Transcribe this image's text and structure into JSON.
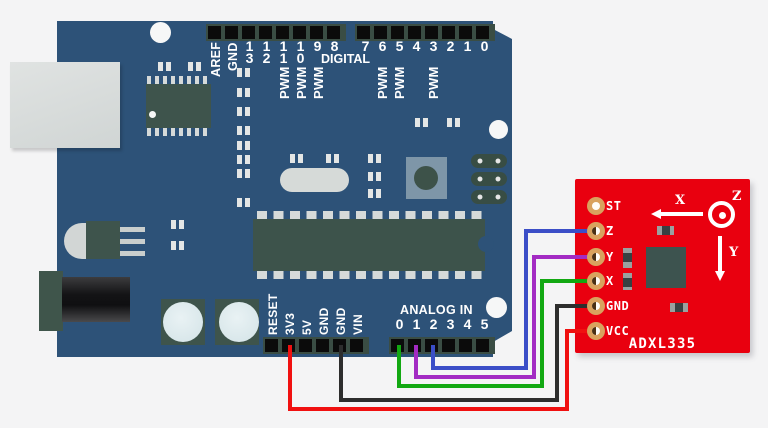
{
  "background_color": "#f4f4f5",
  "arduino": {
    "board_color": "#2d5278",
    "silkscreen_color": "#ffffff",
    "aref_label": "AREF",
    "gnd_top_label": "GND",
    "digital_label": "DIGITAL",
    "digital_pins_left": [
      "13",
      "12",
      "11",
      "10",
      "9",
      "8"
    ],
    "digital_pins_right": [
      "7",
      "6",
      "5",
      "4",
      "3",
      "2",
      "1",
      "0"
    ],
    "pwm_label": "PWM",
    "power_pin_labels": [
      "RESET",
      "3V3",
      "5V",
      "GND",
      "GND",
      "VIN"
    ],
    "analog_label": "ANALOG IN",
    "analog_pin_labels": [
      "0",
      "1",
      "2",
      "3",
      "4",
      "5"
    ]
  },
  "adxl335": {
    "board_color": "#e9000f",
    "title": "ADXL335",
    "pad_labels": [
      "ST",
      "Z",
      "Y",
      "X",
      "GND",
      "VCC"
    ],
    "pad_ring_color": "#d9a25e",
    "axis": {
      "x": "X",
      "y": "Y",
      "z": "Z"
    }
  },
  "wires": [
    {
      "name": "z-wire",
      "color": "#3b4ec7",
      "from": "2 (ANALOG IN)",
      "to": "Z"
    },
    {
      "name": "y-wire",
      "color": "#a32bc3",
      "from": "1 (ANALOG IN)",
      "to": "Y"
    },
    {
      "name": "x-wire",
      "color": "#12a812",
      "from": "0 (ANALOG IN)",
      "to": "X"
    },
    {
      "name": "gnd-wire",
      "color": "#2d2d2d",
      "from": "GND",
      "to": "GND"
    },
    {
      "name": "vcc-wire",
      "color": "#f01010",
      "from": "3V3",
      "to": "VCC"
    }
  ]
}
